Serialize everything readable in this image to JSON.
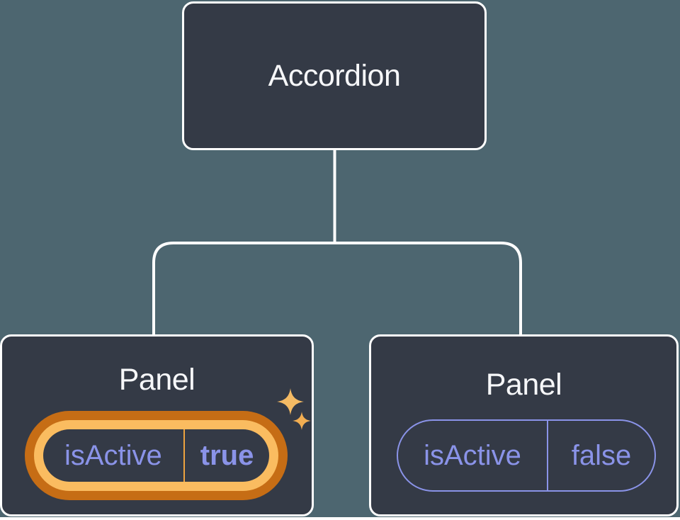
{
  "tree": {
    "root": {
      "label": "Accordion"
    },
    "children": [
      {
        "label": "Panel",
        "state": {
          "key": "isActive",
          "value": "true"
        },
        "highlighted": true
      },
      {
        "label": "Panel",
        "state": {
          "key": "isActive",
          "value": "false"
        },
        "highlighted": false
      }
    ]
  },
  "icons": {
    "sparkle_large": "four-point-sparkle",
    "sparkle_small": "four-point-sparkle"
  },
  "colors": {
    "background": "#4D6670",
    "page_background": "#FFFFFF",
    "node_fill": "#343A46",
    "node_border": "#FFFFFF",
    "node_text": "#F6F7F9",
    "connector": "#FFFFFF",
    "state_text": "#8A93E8",
    "pill_outline": "#8A93E8",
    "highlight_ring_outer": "#C66D15",
    "highlight_ring_inner": "#FABC60",
    "highlight_divider": "#EDA33F",
    "sparkle_large": "#F5BB64",
    "sparkle_small": "#F2AE52"
  }
}
